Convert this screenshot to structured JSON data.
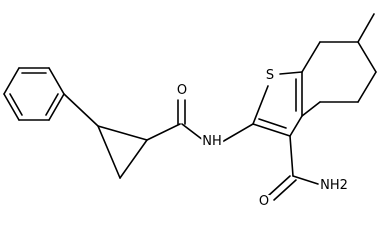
{
  "molecule": {
    "atom_labels": {
      "sulfur": "S",
      "amide_nh": "NH",
      "amide_oxygen_upper": "O",
      "amide_oxygen_lower": "O",
      "primary_amine": "NH2"
    }
  }
}
